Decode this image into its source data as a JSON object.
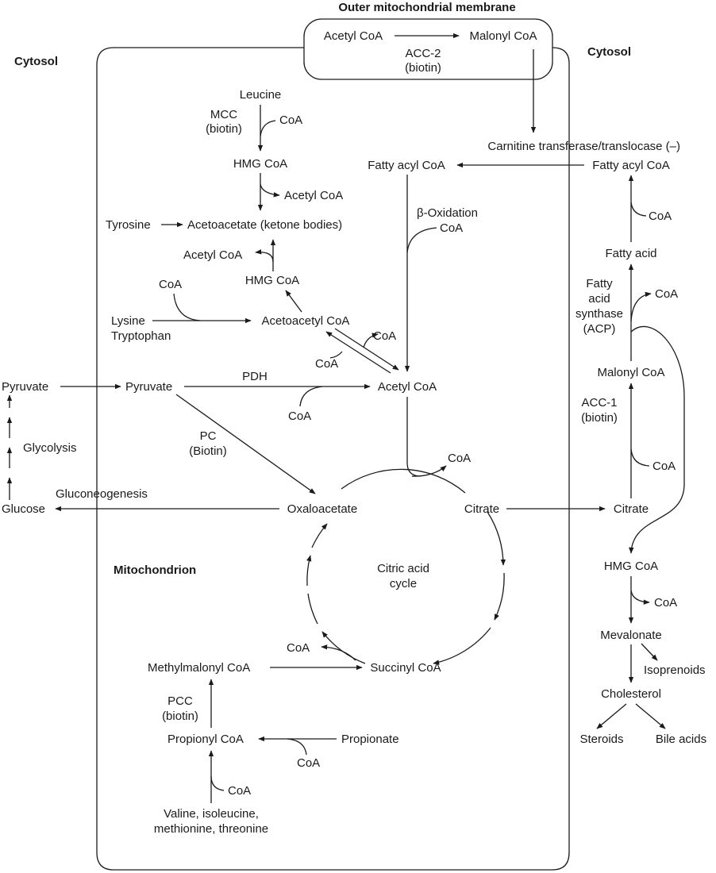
{
  "regions": {
    "outer_membrane": "Outer mitochondrial membrane",
    "cytosol_left": "Cytosol",
    "cytosol_right": "Cytosol",
    "mitochondrion": "Mitochondrion"
  },
  "membrane": {
    "acetyl_coa": "Acetyl CoA",
    "malonyl_coa": "Malonyl CoA",
    "acc2": "ACC-2",
    "acc2_cofactor": "(biotin)"
  },
  "ketone": {
    "leucine": "Leucine",
    "mcc": "MCC",
    "mcc_cofactor": "(biotin)",
    "coa_1": "CoA",
    "hmg_coa_1": "HMG CoA",
    "acetyl_coa_1": "Acetyl CoA",
    "tyrosine": "Tyrosine",
    "acetoacetate": "Acetoacetate (ketone bodies)",
    "acetyl_coa_2": "Acetyl CoA",
    "hmg_coa_2": "HMG CoA",
    "coa_2": "CoA",
    "lysine": "Lysine",
    "tryptophan": "Tryptophan",
    "acetoacetyl_coa": "Acetoacetyl CoA",
    "coa_3": "CoA",
    "coa_4": "CoA"
  },
  "oxidation": {
    "fatty_acyl_coa_mito": "Fatty acyl CoA",
    "beta_oxidation": "β-Oxidation",
    "coa": "CoA",
    "carnitine": "Carnitine transferase/translocase (–)",
    "fatty_acyl_coa_cyto": "Fatty acyl CoA"
  },
  "central": {
    "pyruvate_cyto": "Pyruvate",
    "pyruvate_mito": "Pyruvate",
    "pdh": "PDH",
    "acetyl_coa": "Acetyl CoA",
    "coa_pdh": "CoA",
    "pc": "PC",
    "pc_cofactor": "(Biotin)",
    "glycolysis": "Glycolysis",
    "gluconeogenesis": "Gluconeogenesis",
    "glucose": "Glucose",
    "oxaloacetate": "Oxaloacetate",
    "citrate_mito": "Citrate",
    "citrate_cyto": "Citrate",
    "coa_citrate": "CoA",
    "cycle_line1": "Citric acid",
    "cycle_line2": "cycle",
    "succinyl_coa": "Succinyl CoA",
    "coa_succinyl": "CoA"
  },
  "propionate": {
    "methylmalonyl_coa": "Methylmalonyl CoA",
    "pcc": "PCC",
    "pcc_cofactor": "(biotin)",
    "propionyl_coa": "Propionyl CoA",
    "propionate": "Propionate",
    "coa_1": "CoA",
    "coa_2": "CoA",
    "amino_line1": "Valine, isoleucine,",
    "amino_line2": "methionine, threonine"
  },
  "synthesis": {
    "coa_1": "CoA",
    "fatty_acid": "Fatty acid",
    "fas_line1": "Fatty",
    "fas_line2": "acid",
    "fas_line3": "synthase",
    "fas_line4": "(ACP)",
    "coa_2": "CoA",
    "malonyl_coa": "Malonyl CoA",
    "acc1": "ACC-1",
    "acc1_cofactor": "(biotin)",
    "coa_3": "CoA",
    "hmg_coa": "HMG CoA",
    "coa_4": "CoA",
    "mevalonate": "Mevalonate",
    "isoprenoids": "Isoprenoids",
    "cholesterol": "Cholesterol",
    "steroids": "Steroids",
    "bile_acids": "Bile acids"
  }
}
